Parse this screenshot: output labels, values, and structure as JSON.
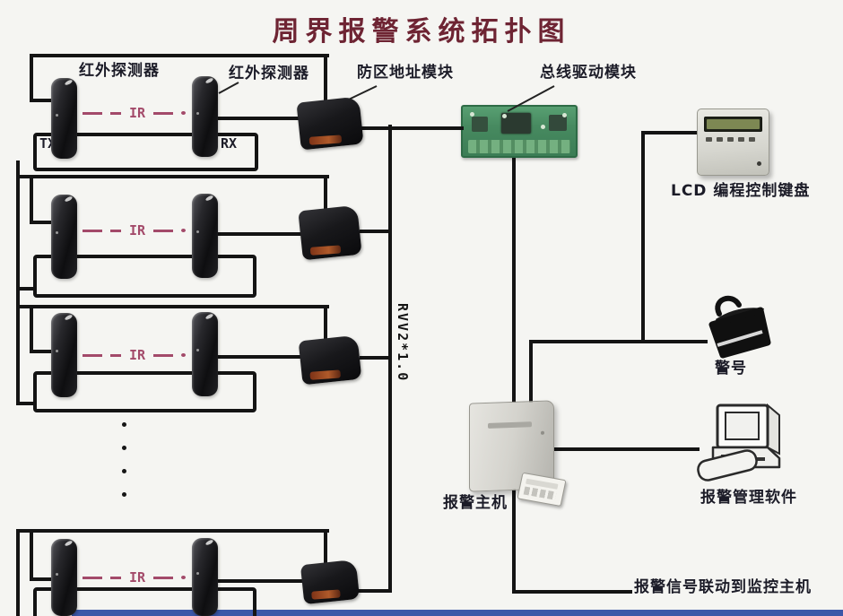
{
  "title": "周界报警系统拓扑图",
  "nodes": {
    "ir_detector_left_label": "红外探测器",
    "ir_detector_right_label": "红外探测器",
    "zone_module_label": "防区地址模块",
    "bus_driver_label": "总线驱动模块",
    "lcd_keypad_label": "LCD 编程控制键盘",
    "siren_label": "警号",
    "alarm_host_label": "报警主机",
    "software_label": "报警管理软件",
    "linkage_label": "报警信号联动到监控主机",
    "tx_label": "TX",
    "rx_label": "RX",
    "ir_beam_label": "IR",
    "cable_label": "RVV2*1.0"
  },
  "colors": {
    "title": "#6e2433",
    "wire": "#141414",
    "ir_beam": "#a34a6a",
    "pcb": "#478a60",
    "module_stripe": "#b05a2a",
    "footer": "#3b57a8"
  }
}
